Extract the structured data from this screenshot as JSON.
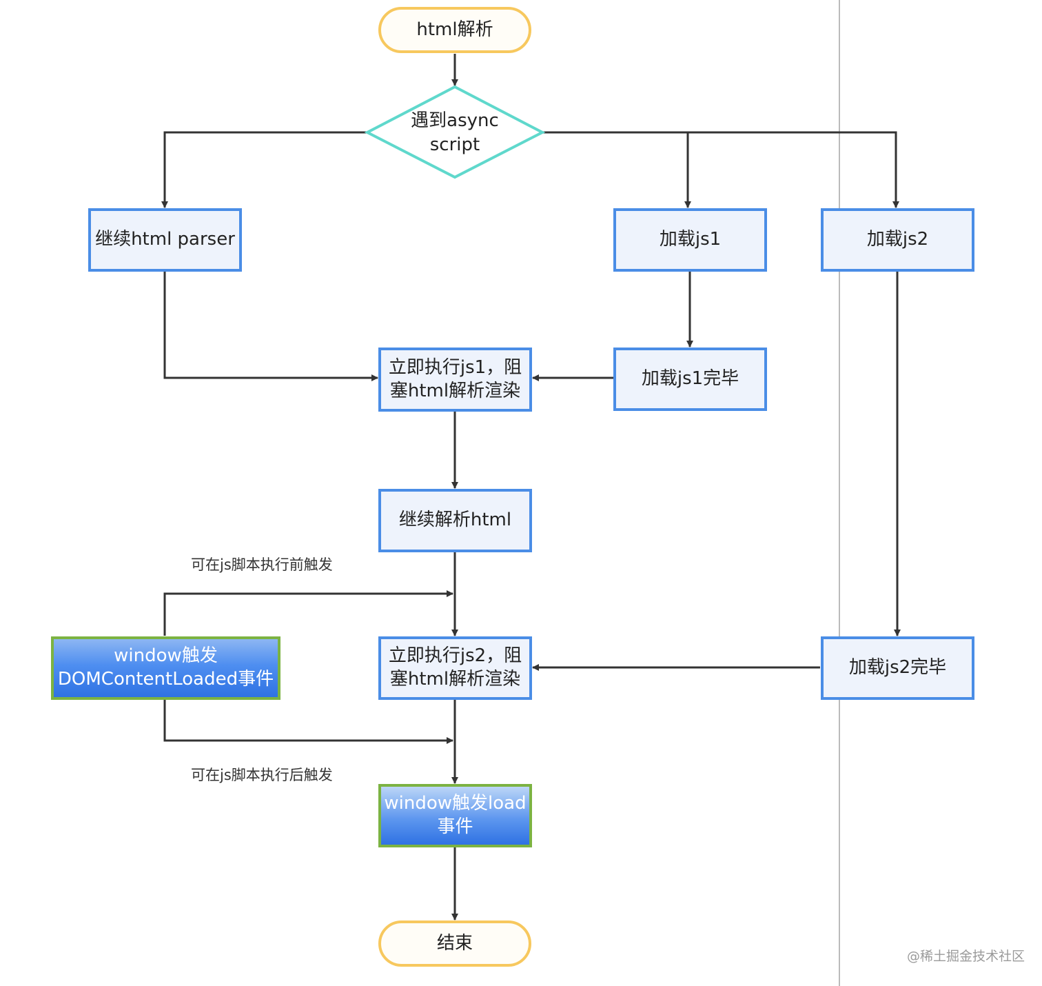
{
  "nodes": {
    "start": "html解析",
    "decision_line1": "遇到async",
    "decision_line2": "script",
    "continue_parser": "继续html parser",
    "load_js1": "加载js1",
    "load_js2": "加载js2",
    "exec_js1_line1": "立即执行js1，阻",
    "exec_js1_line2": "塞html解析渲染",
    "js1_loaded": "加载js1完毕",
    "continue_parse_html": "继续解析html",
    "exec_js2_line1": "立即执行js2，阻",
    "exec_js2_line2": "塞html解析渲染",
    "js2_loaded": "加载js2完毕",
    "dom_event_line1": "window触发",
    "dom_event_line2": "DOMContentLoaded事件",
    "load_event_line1": "window触发load",
    "load_event_line2": "事件",
    "end": "结束"
  },
  "labels": {
    "before": "可在js脚本执行前触发",
    "after": "可在js脚本执行后触发"
  },
  "watermark": "@稀土掘金技术社区",
  "colors": {
    "box_border": "#4a8de6",
    "box_fill": "#eef3fc",
    "terminal_border": "#f7c85e",
    "decision_border": "#5fd8cc",
    "event_border": "#7cb342",
    "event_fill": "#3d7ee8",
    "edge": "#333333"
  }
}
